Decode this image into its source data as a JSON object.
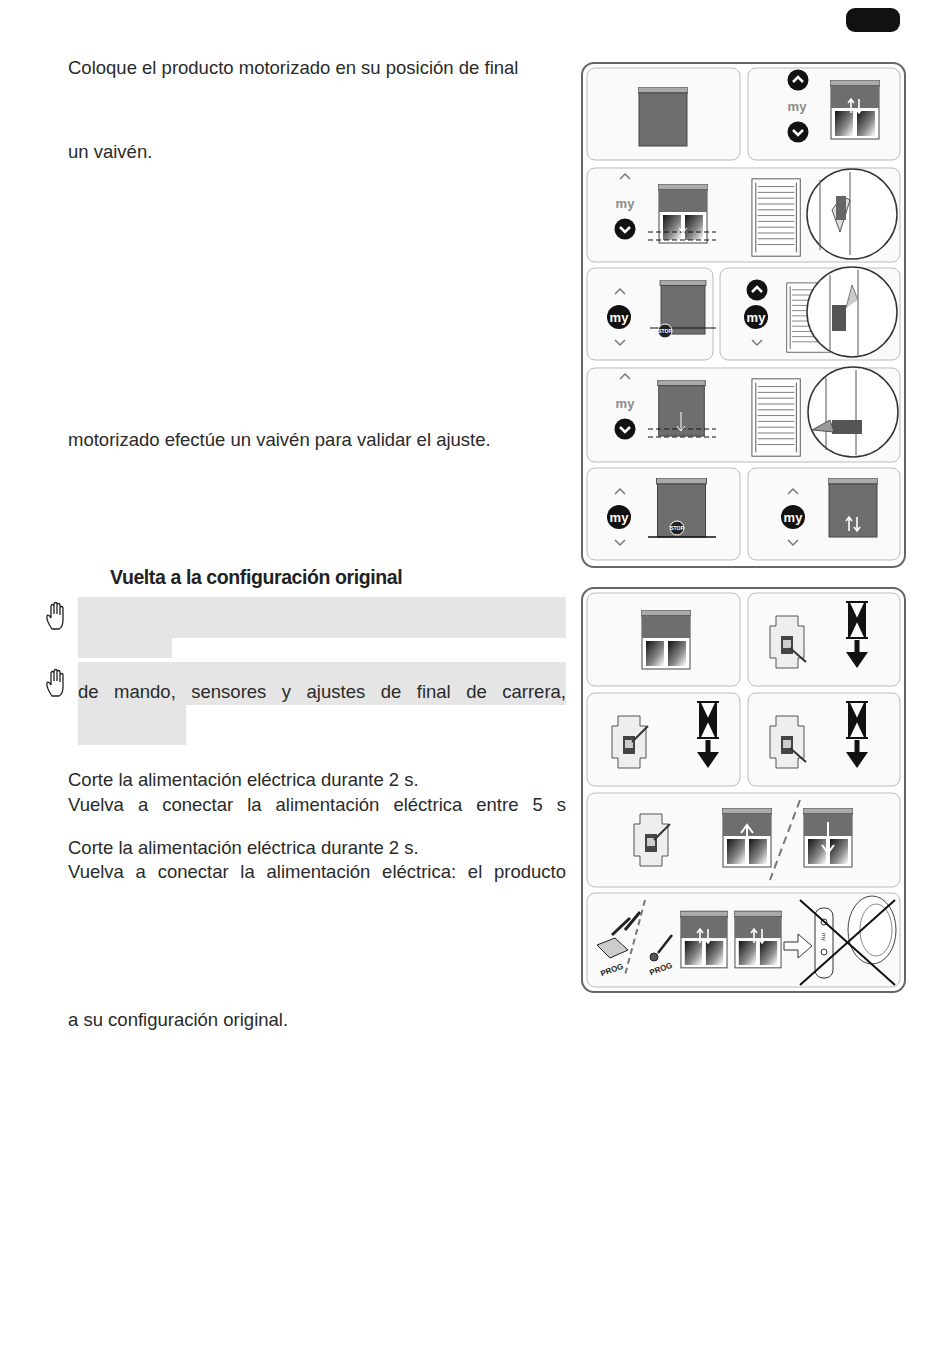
{
  "diagram": {
    "title": "Vuelta a la configuración original",
    "nodes": [
      {
        "text": [
          "de mando, sensores y ajustes de final de carrera,"
        ]
      }
    ],
    "labels": [
      "Coloque el producto motorizado en su posición de final",
      "un vaivén.",
      "motorizado efectúe un vaivén para validar el ajuste.",
      "Corte la alimentación eléctrica durante 2 s.",
      "Vuelva a conectar la alimentación eléctrica entre 5 s",
      "Corte la alimentación eléctrica durante 2 s.",
      "Vuelva a conectar la alimentación eléctrica: el producto",
      "a su configuración original.",
      "my",
      "my",
      "my",
      "STOP",
      "my",
      "my",
      "my",
      "STOP",
      "my",
      "PROG",
      "PROG",
      "my"
    ]
  }
}
